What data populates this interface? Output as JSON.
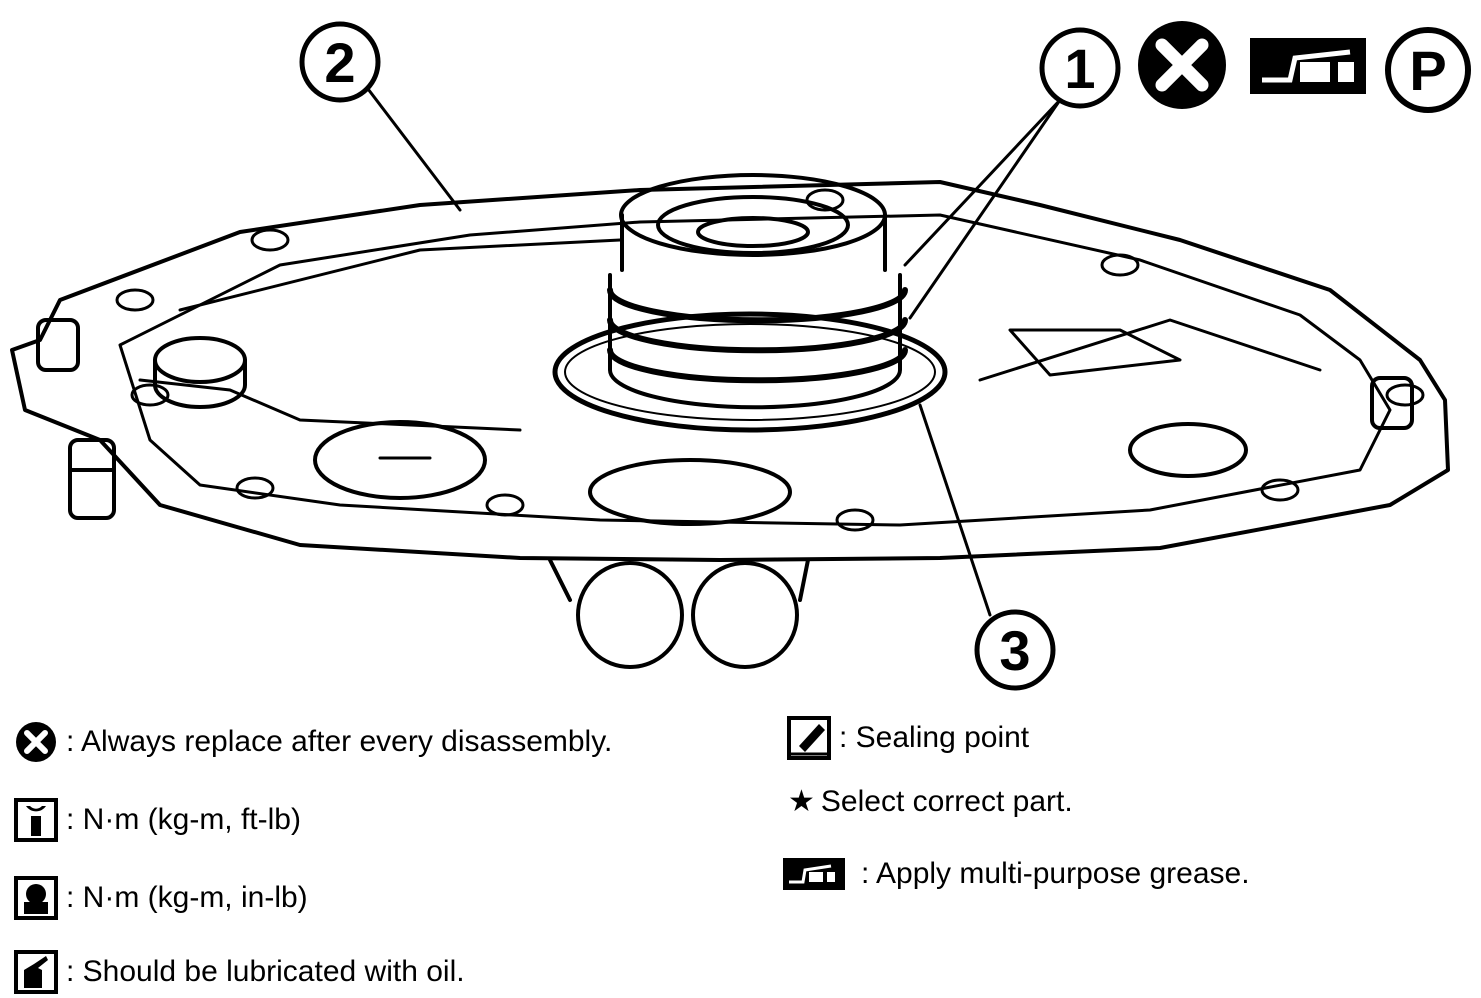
{
  "callouts": {
    "one": "1",
    "two": "2",
    "three": "3",
    "parking_symbol": "P"
  },
  "legend": {
    "replace": ": Always replace after every disassembly.",
    "torque_ftlb": ": N·m (kg-m, ft-lb)",
    "torque_inlb": ": N·m (kg-m, in-lb)",
    "lubricate": ": Should be lubricated with oil.",
    "sealing": ": Sealing point",
    "select_part": "Select correct part.",
    "grease": ": Apply multi-purpose grease."
  },
  "icons": {
    "replace": "x-circle-icon",
    "torque_ftlb": "wrench-icon",
    "torque_inlb": "wrench-hand-icon",
    "lubricate": "oil-can-icon",
    "sealing": "sealant-tube-icon",
    "select_part": "star-icon",
    "grease": "grease-gun-icon",
    "parking": "p-circle-icon"
  },
  "colors": {
    "ink": "#000000",
    "paper": "#ffffff"
  }
}
